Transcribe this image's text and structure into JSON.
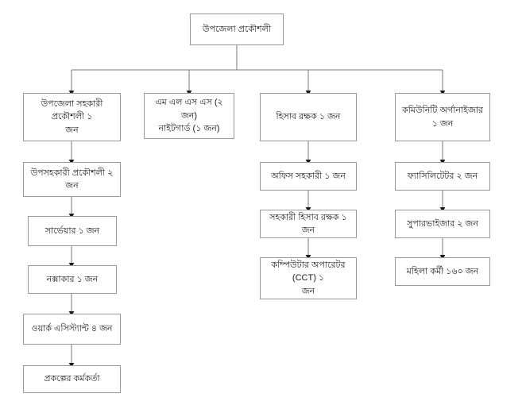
{
  "diagram": {
    "title": "উপজেলা প্রকৌশলী",
    "type": "organization-chart",
    "language": "bn",
    "colors": {
      "background": "#ffffff",
      "box_border": "#9a9a9a",
      "connector": "#7a7a7a",
      "text": "#1a1a1a"
    },
    "root": {
      "id": "root",
      "label": "উপজেলা প্রকৌশলী"
    },
    "columns": [
      {
        "id": "col-1",
        "nodes": [
          {
            "id": "n1-1",
            "label": "উপজেলা সহকারী প্রকৌশলী ১\nজন"
          },
          {
            "id": "n1-2",
            "label": "উপসহকারী প্রকৌশলী ২ জন"
          },
          {
            "id": "n1-3",
            "label": "সার্ভেয়ার  ১ জন"
          },
          {
            "id": "n1-4",
            "label": "নক্সাকার  ১ জন"
          },
          {
            "id": "n1-5",
            "label": "ওয়ার্ক এসিস্ট্যান্ট ৪ জন"
          },
          {
            "id": "n1-6",
            "label": "প্রকল্পের কর্মকর্তা"
          }
        ]
      },
      {
        "id": "col-2",
        "nodes": [
          {
            "id": "n2-1",
            "label": "এম এল এস এস (২ জন)\nনাইটগার্ড (১ জন)"
          }
        ]
      },
      {
        "id": "col-3",
        "nodes": [
          {
            "id": "n3-1",
            "label": "হিসাব রক্ষক ১ জন"
          },
          {
            "id": "n3-2",
            "label": "অফিস সহকারী ১ জন"
          },
          {
            "id": "n3-3",
            "label": "সহকারী হিসাব রক্ষক ১ জন"
          },
          {
            "id": "n3-4",
            "label": "কম্পিউটার অপারেটর (CCT) ১\nজন"
          }
        ]
      },
      {
        "id": "col-4",
        "nodes": [
          {
            "id": "n4-1",
            "label": "কমিউনিটি অর্গানাইজার ১ জন"
          },
          {
            "id": "n4-2",
            "label": "ফ্যাসিলিটেটর ২ জন"
          },
          {
            "id": "n4-3",
            "label": "সুপারভাইজার ২ জন"
          },
          {
            "id": "n4-4",
            "label": "মহিলা কর্মী ১৬০ জন"
          }
        ]
      }
    ]
  }
}
